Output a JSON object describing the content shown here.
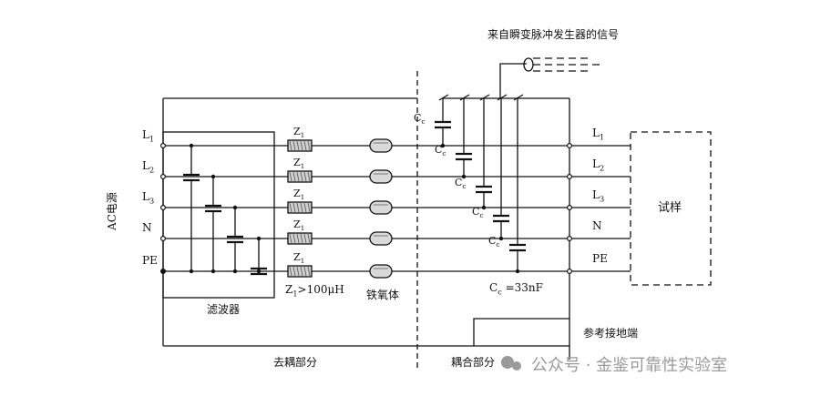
{
  "labels": {
    "source_signal": "来自瞬变脉冲发生器的信号",
    "ac_source": "AC电源",
    "lines_left": [
      "L",
      "L",
      "L",
      "N",
      "PE"
    ],
    "lines_left_sub": [
      "1",
      "2",
      "3",
      "",
      ""
    ],
    "lines_right": [
      "L",
      "L",
      "L",
      "N",
      "PE"
    ],
    "lines_right_sub": [
      "1",
      "2",
      "3",
      "",
      ""
    ],
    "z_name": "Z",
    "z_sub": "1",
    "z_spec": "Z",
    "z_spec_sub": "1",
    "z_spec_rest": ">100μH",
    "ferrite": "铁氧体",
    "filter": "滤波器",
    "cc": "C",
    "cc_sub": "c",
    "cc_value": "C",
    "cc_value_sub": "c",
    "cc_value_rest": " =33nF",
    "dut": "试样",
    "ref_ground": "参考接地端",
    "decoupling": "去耦部分",
    "coupling": "耦合部分",
    "watermark": "公众号 · 金鉴可靠性实验室"
  }
}
